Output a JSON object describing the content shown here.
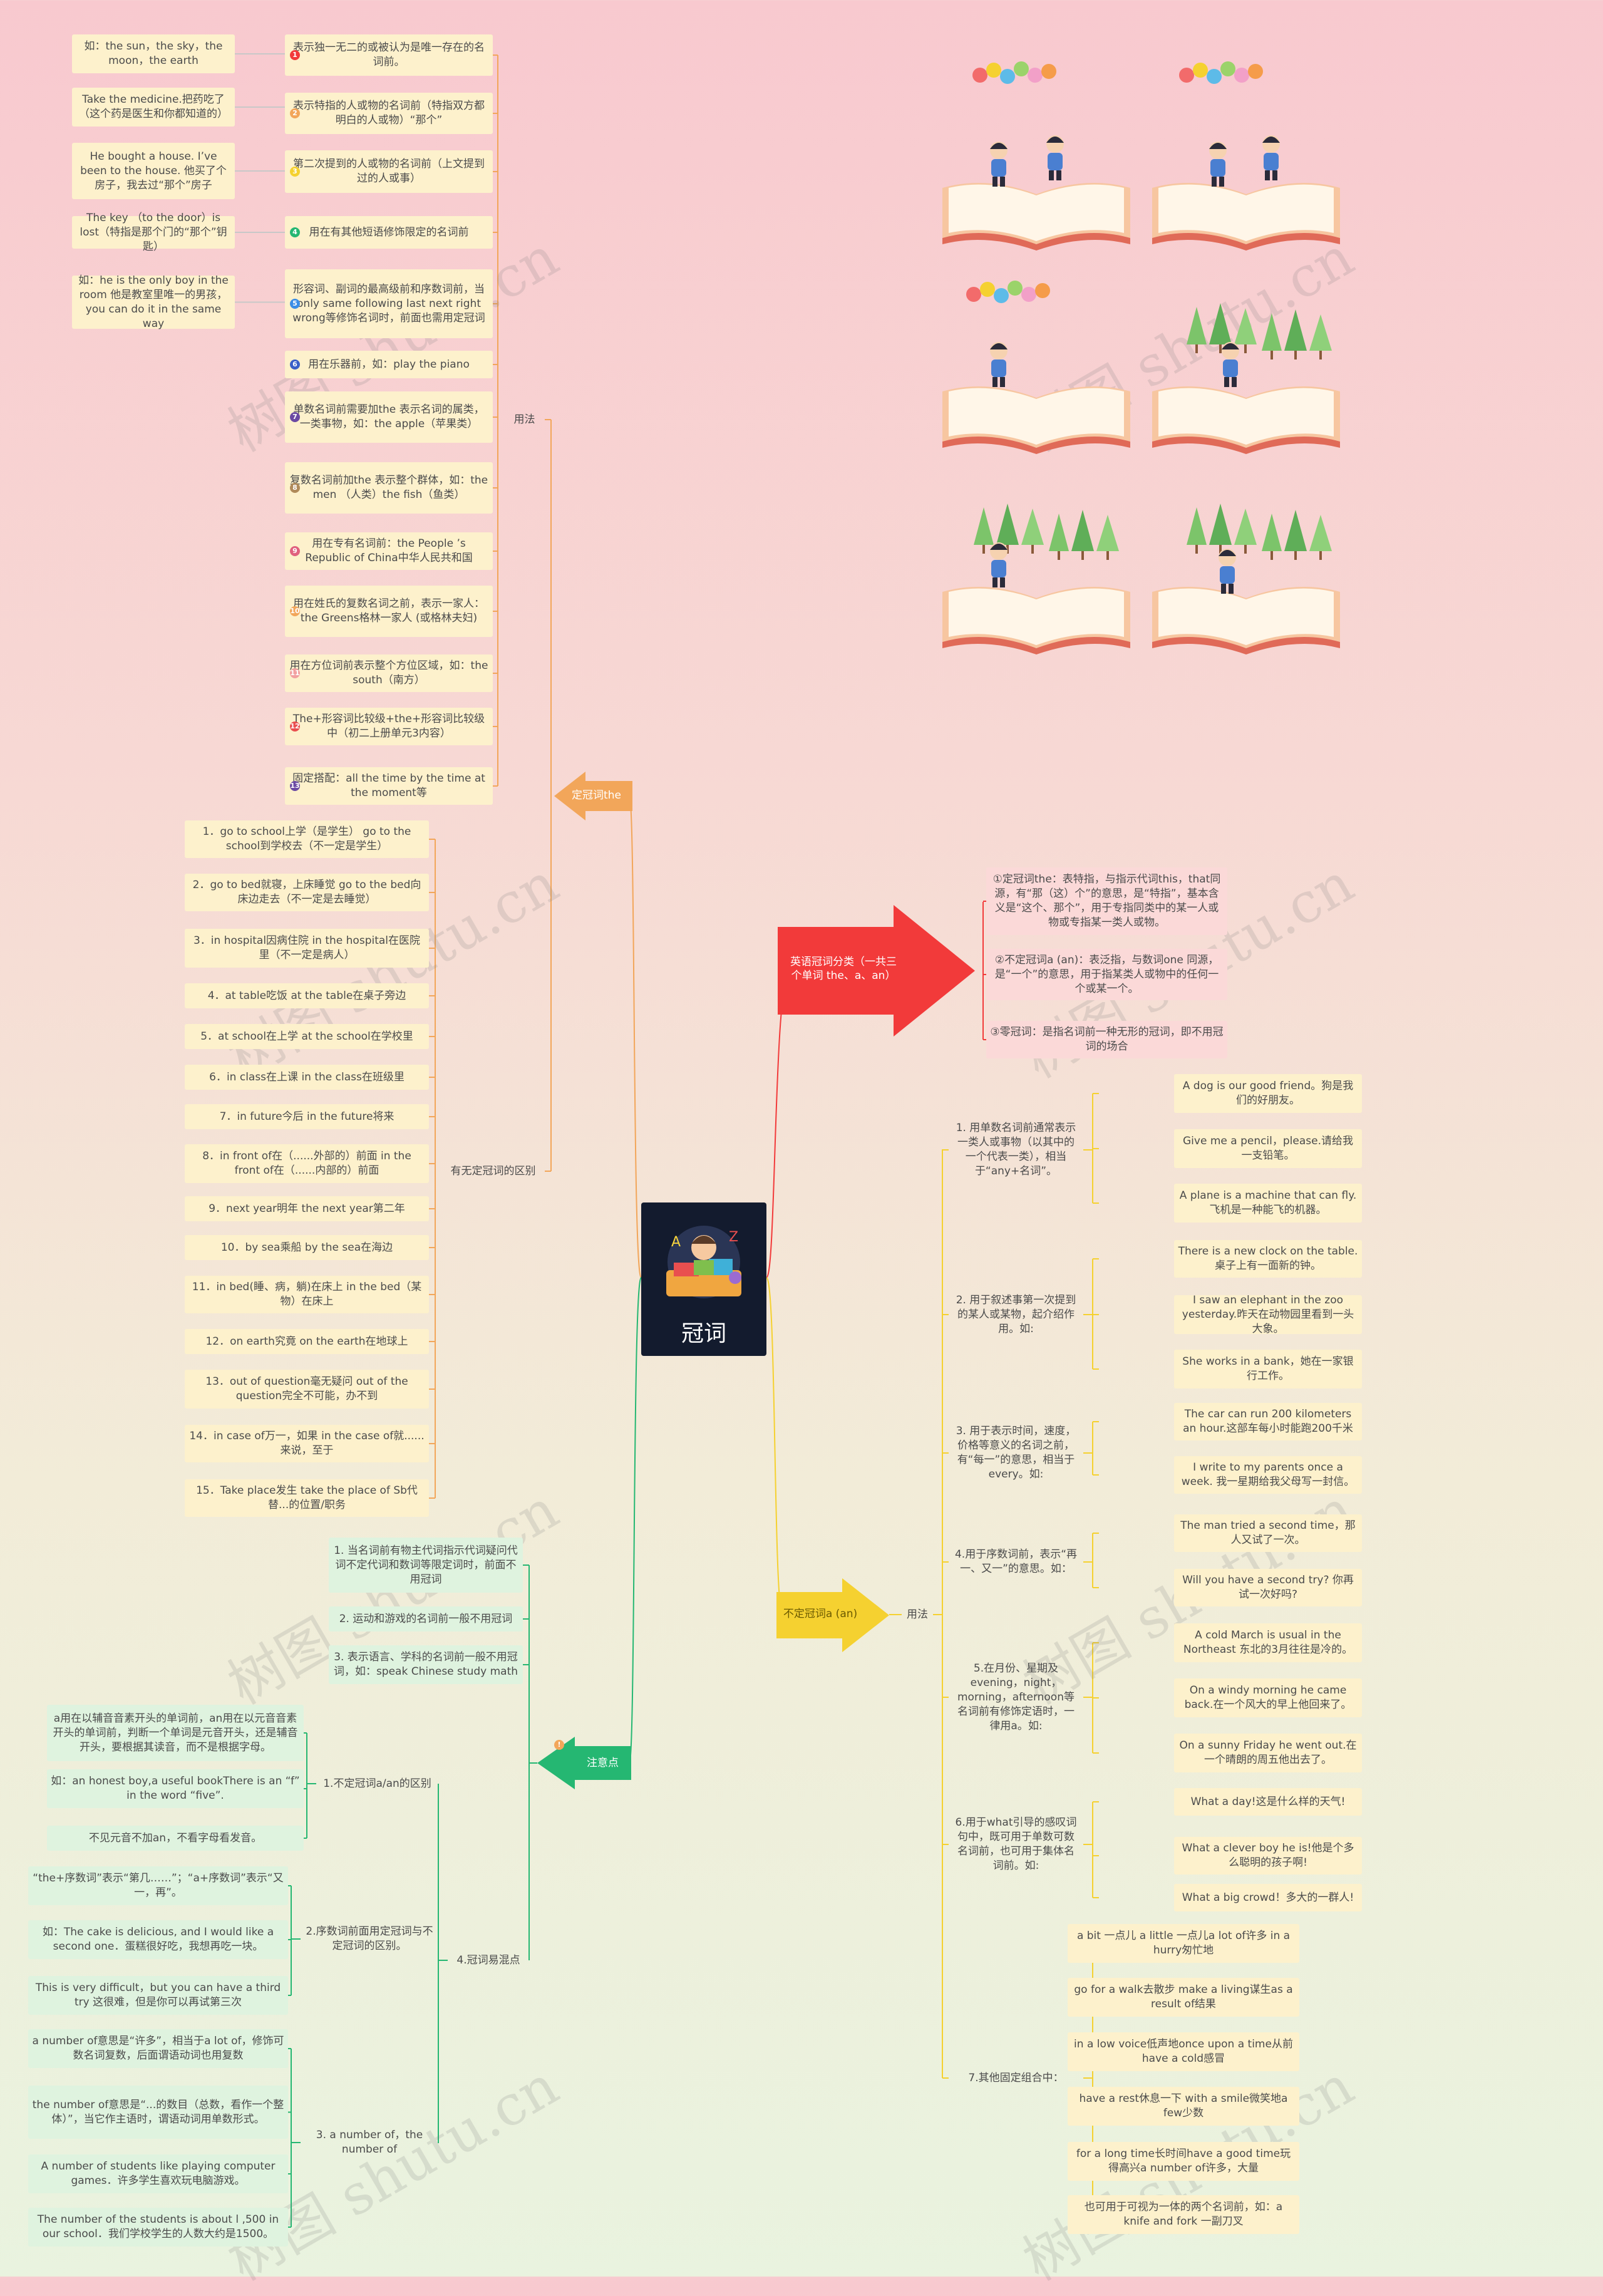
{
  "root": {
    "title": "冠词"
  },
  "colors": {
    "red": "#f23a3a",
    "orange": "#f2a65a",
    "yellow": "#f5d130",
    "green": "#25b772",
    "line": "#c8c8c8"
  },
  "branches": {
    "category": "英语冠词分类（一共三个单词 the、a、an）",
    "definite": "定冠词the",
    "indefinite": "不定冠词a (an)",
    "notes": "注意点"
  },
  "labels": {
    "yongfa": "用法",
    "diff": "有无定冠词的区别",
    "yongfa2": "用法",
    "note_a_an": "1.不定冠词a/an的区别",
    "note_order": "2.序数词前面用定冠词与不定冠词的区别。",
    "note_number": "3. a number of，the number of",
    "note_confuse": "4.冠词易混点"
  },
  "category_items": [
    "①定冠词the：表特指，与指示代词this，that同源，有“那（这）个”的意思，是“特指”，基本含义是“这个、那个”，用于专指同类中的某一人或物或专指某一类人或物。",
    "②不定冠词a (an)：表泛指，与数词one 同源，是“一个”的意思，用于指某类人或物中的任何一个或某一个。",
    "③零冠词：是指名词前一种无形的冠词，即不用冠词的场合"
  ],
  "definite_usage": [
    "表示独一无二的或被认为是唯一存在的名词前。",
    "表示特指的人或物的名词前（特指双方都明白的人或物）“那个”",
    "第二次提到的人或物的名词前（上文提到过的人或事）",
    "用在有其他短语修饰限定的名词前",
    "形容词、副词的最高级前和序数词前，当only same following last next right wrong等修饰名词时，前面也需用定冠词",
    "用在乐器前，如：play the piano",
    "单数名词前需要加the 表示名词的属类，一类事物，如：the apple（苹果类）",
    "复数名词前加the 表示整个群体，如：the men （人类）the fish（鱼类）",
    "用在专有名词前：the People ’s Republic of China中华人民共和国",
    "用在姓氏的复数名词之前，表示一家人：the Greens格林一家人 (或格林夫妇)",
    "用在方位词前表示整个方位区域，如：the south（南方）",
    "The+形容词比较级+the+形容词比较级中（初二上册单元3内容）",
    "固定搭配：all the time by the time at the moment等"
  ],
  "definite_examples": [
    "如：the sun，the sky，the moon，the earth",
    "Take the medicine.把药吃了（这个药是医生和你都知道的）",
    "He bought a house. I’ve been to the house. 他买了个房子，我去过“那个”房子",
    "The key （to the door）is lost（特指是那个门的“那个”钥匙）",
    "如：he is the only boy in the room 他是教室里唯一的男孩，you can do it in the same way"
  ],
  "diff_items": [
    "1．go to school上学（是学生） go to the school到学校去（不一定是学生）",
    "2．go to bed就寝，上床睡觉 go to the bed向床边走去（不一定是去睡觉）",
    "3．in hospital因病住院 in the hospital在医院里（不一定是病人）",
    "4．at table吃饭 at the table在桌子旁边",
    "5．at school在上学 at the school在学校里",
    "6．in class在上课 in the class在班级里",
    "7．in future今后 in the future将来",
    "8．in front of在（......外部的）前面 in the front of在（......内部的）前面",
    "9．next year明年 the next year第二年",
    "10．by sea乘船 by the sea在海边",
    "11．in bed(睡、病，躺)在床上 in the bed（某物）在床上",
    "12．on earth究竟 on the earth在地球上",
    "13．out of question毫无疑问 out of the question完全不可能，办不到",
    "14．in case of万一，如果 in the case of就......来说，至于",
    "15．Take place发生 take the place of Sb代替...的位置/职务"
  ],
  "indef_usage": [
    {
      "label": "1. 用单数名词前通常表示一类人或事物（以其中的一个代表一类），相当于“any+名词”。",
      "examples": [
        "A dog is our good friend。狗是我们的好朋友。",
        "Give me a pencil，please.请给我一支铅笔。",
        "A plane is a machine that can fly.飞机是一种能飞的机器。"
      ]
    },
    {
      "label": "2. 用于叙述事第一次提到的某人或某物，起介绍作用。如:",
      "examples": [
        "There is a new clock on the table.桌子上有一面新的钟。",
        "I saw an elephant in the zoo yesterday.昨天在动物园里看到一头大象。",
        "She works in a bank，她在一家银行工作。"
      ]
    },
    {
      "label": "3. 用于表示时间，速度，价格等意义的名词之前，有“每一”的意思，相当于every。如:",
      "examples": [
        "The car can run 200 kilometers an hour.这部车每小时能跑200千米",
        "I write to my parents once a week. 我一星期给我父母写一封信。"
      ]
    },
    {
      "label": "4.用于序数词前，表示“再一、又一”的意思。如：",
      "examples": [
        "The man tried a second time，那人又试了一次。",
        "Will you have a second try? 你再试一次好吗?"
      ]
    },
    {
      "label": "5.在月份、星期及evening，night，morning，afternoon等名词前有修饰定语时，一律用a。如:",
      "examples": [
        "A cold March is usual in the Northeast 东北的3月往往是冷的。",
        "On a windy morning he came back.在一个风大的早上他回来了。",
        "On a sunny Friday he went out.在一个晴朗的周五他出去了。"
      ]
    },
    {
      "label": "6.用于what引导的感叹词句中，既可用于单数可数名词前，也可用于集体名词前。如:",
      "examples": [
        "What a day!这是什么样的天气!",
        "What a clever boy he is!他是个多么聪明的孩子啊!",
        "What a big crowd！多大的一群人!"
      ]
    },
    {
      "label": "7.其他固定组合中：",
      "examples": [
        "a bit 一点儿 a little 一点儿a lot of许多 in a hurry匆忙地",
        "go for a walk去散步 make a living谋生as a result of结果",
        "in a low voice低声地once upon a time从前have a cold感冒",
        "have a rest休息一下 with a smile微笑地a few少数",
        "for a long time长时间have a good time玩得高兴a number of许多，大量",
        "也可用于可视为一体的两个名词前，如：a knife and fork 一副刀叉"
      ]
    }
  ],
  "notes_items": [
    "1. 当名词前有物主代词指示代词疑问代词不定代词和数词等限定词时，前面不用冠词",
    "2. 运动和游戏的名词前一般不用冠词",
    "3. 表示语言、学科的名词前一般不用冠词，如：speak Chinese study math"
  ],
  "note_a_an_items": [
    "a用在以辅音音素开头的单词前，an用在以元音音素开头的单词前，判断一个单词是元音开头，还是辅音开头，要根据其读音，而不是根据字母。",
    "如：an honest boy,a useful bookThere is an “f” in the word “five”.",
    "不见元音不加an，不看字母看发音。"
  ],
  "note_order_items": [
    "“the+序数词”表示“第几……”；“a+序数词”表示“又一，再”。",
    "如：The cake is delicious, and I would like a second one．蛋糕很好吃，我想再吃一块。",
    "This is very difficult，but you can have a third try 这很难，但是你可以再试第三次"
  ],
  "note_number_items": [
    "a number of意思是“许多”，相当于a lot of，修饰可数名词复数，后面谓语动词也用复数",
    "the number of意思是“...的数目（总数，看作一个整体）”，当它作主语时，谓语动词用单数形式。",
    "A number of students like playing computer games．许多学生喜欢玩电脑游戏。",
    "The number of the students is about l ,500 in our school．我们学校学生的人数大约是1500。"
  ],
  "watermark": "树图 shutu.cn"
}
